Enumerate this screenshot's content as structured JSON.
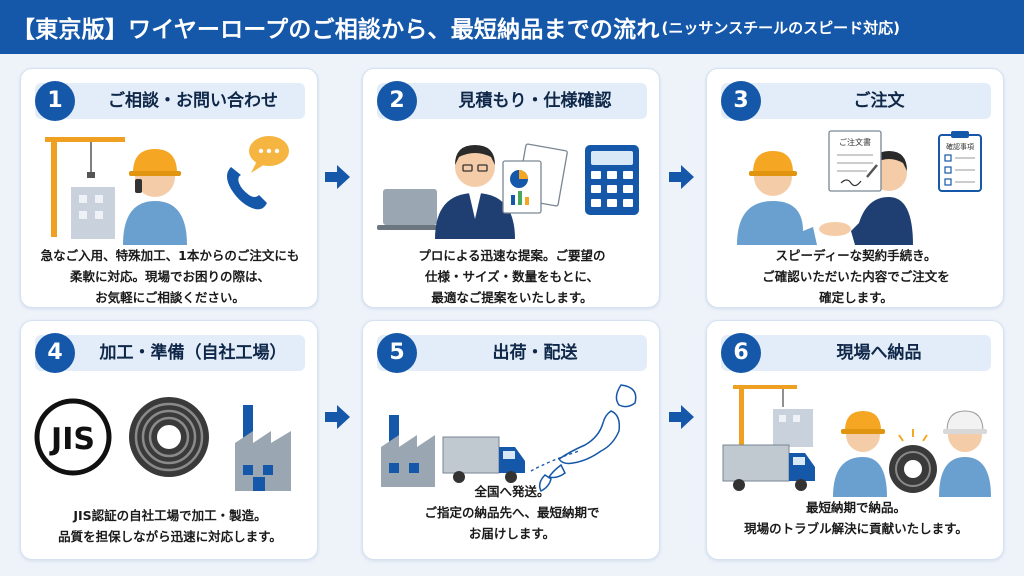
{
  "header": {
    "title": "【東京版】ワイヤーロープのご相談から、最短納品までの流れ",
    "subtitle": "(ニッサンスチールのスピード対応)"
  },
  "steps": [
    {
      "number": "1",
      "title": "ご相談・お問い合わせ",
      "lines": [
        "急なご入用、特殊加工、1本からのご注文にも",
        "柔軟に対応。現場でお困りの際は、",
        "お気軽にご相談ください。"
      ]
    },
    {
      "number": "2",
      "title": "見積もり・仕様確認",
      "lines": [
        "プロによる迅速な提案。ご要望の",
        "仕様・サイズ・数量をもとに、",
        "最適なご提案をいたします。"
      ]
    },
    {
      "number": "3",
      "title": "ご注文",
      "lines": [
        "スピーディーな契約手続き。",
        "ご確認いただいた内容でご注文を",
        "確定します。"
      ],
      "doc_label": "ご注文書",
      "check_label": "確認事項"
    },
    {
      "number": "4",
      "title": "加工・準備（自社工場）",
      "lines": [
        "JIS認証の自社工場で加工・製造。",
        "品質を担保しながら迅速に対応します。"
      ],
      "jis_label": "JIS"
    },
    {
      "number": "5",
      "title": "出荷・配送",
      "lines": [
        "全国へ発送。",
        "ご指定の納品先へ、最短納期で",
        "お届けします。"
      ]
    },
    {
      "number": "6",
      "title": "現場へ納品",
      "lines": [
        "最短納期で納品。",
        "現場のトラブル解決に貢献いたします。"
      ]
    }
  ],
  "colors": {
    "primary": "#1557a8",
    "header_bg": "#1557a8",
    "step_head_bg": "#e3edf9",
    "helmet": "#f5a623",
    "crane": "#f0a020"
  }
}
